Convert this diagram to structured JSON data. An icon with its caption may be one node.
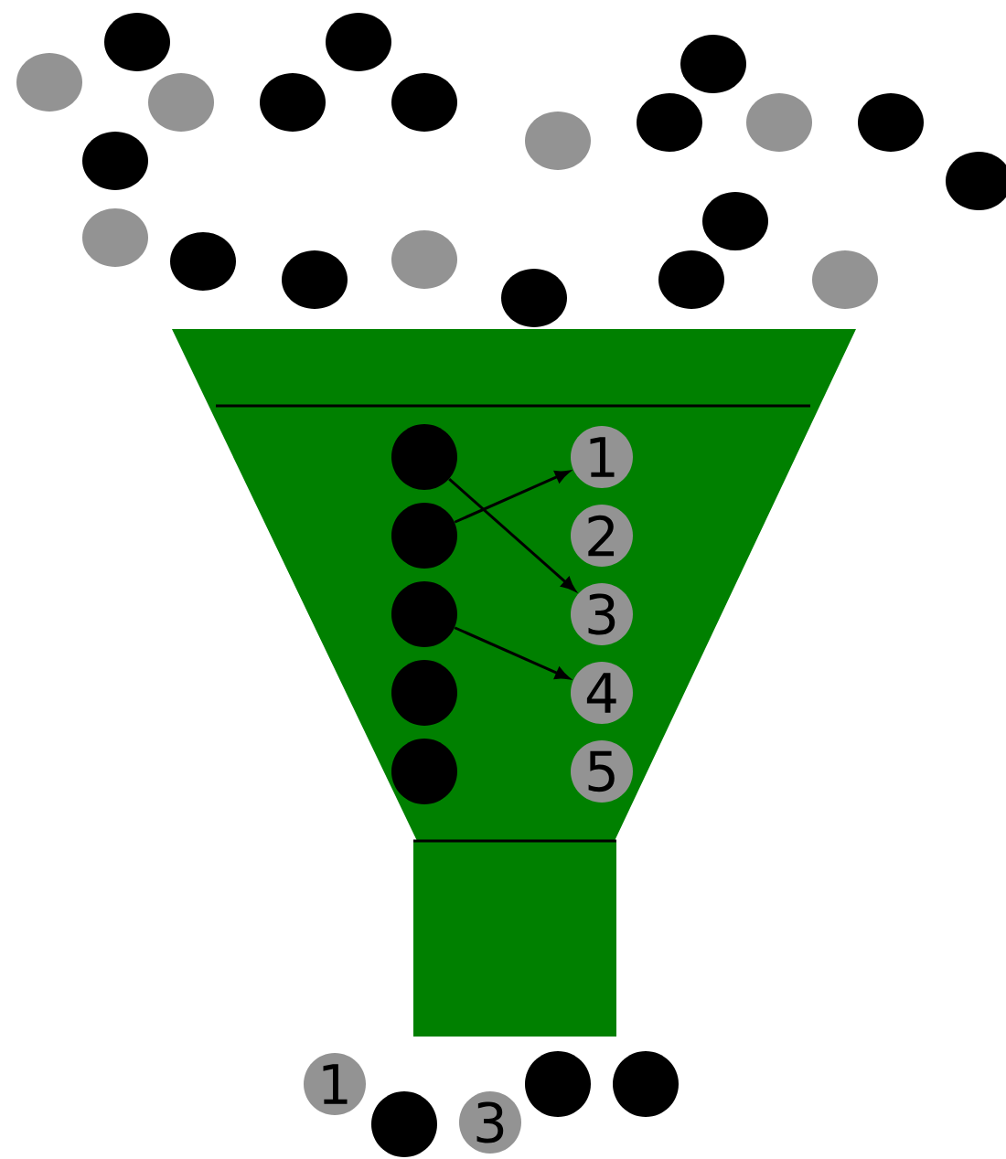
{
  "diagram": {
    "nodes": [
      {
        "text": [],
        "shape": "circle"
      },
      {
        "text": [],
        "shape": "circle"
      },
      {
        "text": [],
        "shape": "circle"
      },
      {
        "text": [],
        "shape": "circle"
      },
      {
        "text": [],
        "shape": "circle"
      },
      {
        "text": [
          "1"
        ]
      },
      {
        "text": [
          "2"
        ]
      },
      {
        "text": [
          "3"
        ]
      },
      {
        "text": [
          "4"
        ]
      },
      {
        "text": [
          "5"
        ]
      },
      {
        "text": [
          "1"
        ]
      },
      {
        "text": [],
        "shape": "circle"
      },
      {
        "text": [
          "3"
        ]
      },
      {
        "text": [],
        "shape": "circle"
      },
      {
        "text": [],
        "shape": "circle"
      }
    ],
    "edges": [
      {
        "from": 0,
        "to": 7,
        "arrow": "to"
      },
      {
        "from": 1,
        "to": 5,
        "arrow": "to"
      },
      {
        "from": 2,
        "to": 8,
        "arrow": "to"
      }
    ]
  }
}
